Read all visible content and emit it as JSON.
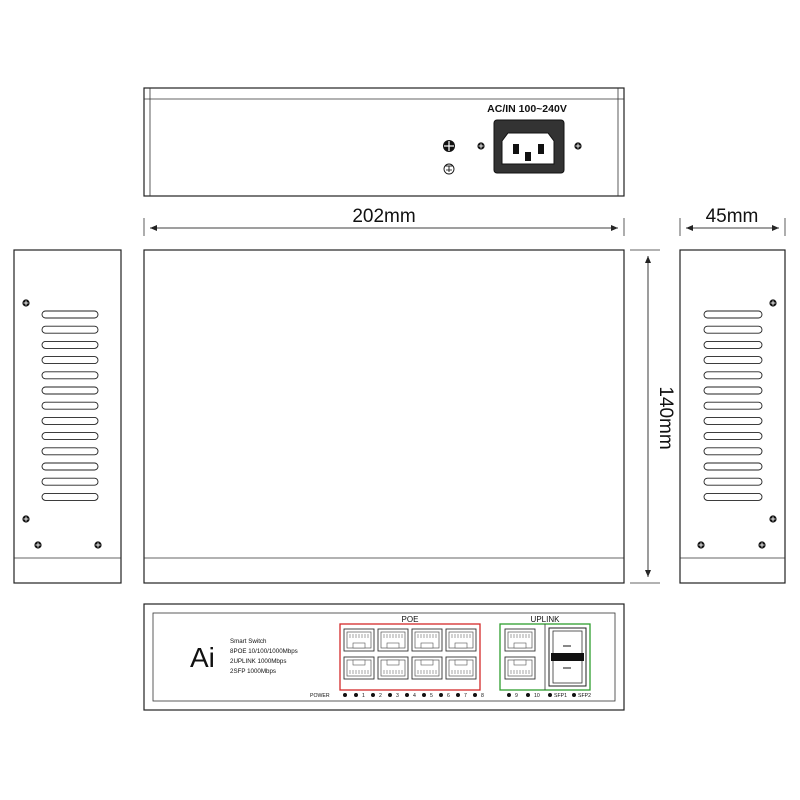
{
  "dimensions": {
    "width": "202mm",
    "height": "140mm",
    "depth": "45mm"
  },
  "rear_panel": {
    "power_label": "AC/IN 100~240V",
    "ground_symbol": "ground-icon"
  },
  "front_panel": {
    "logo": "Ai",
    "spec_lines": [
      "Smart Switch",
      "8POE 10/100/1000Mbps",
      "2UPLINK 1000Mbps",
      "2SFP 1000Mbps"
    ],
    "poe_label": "POE",
    "uplink_label": "UPLINK",
    "power_led_label": "POWER",
    "poe_port_numbers": [
      "1",
      "2",
      "3",
      "4",
      "5",
      "6",
      "7",
      "8"
    ],
    "uplink_port_numbers": [
      "9",
      "10"
    ],
    "sfp_labels": [
      "SFP1",
      "SFP2"
    ],
    "poe_group_color": "#d42a2a",
    "uplink_group_color": "#2e9e2e"
  }
}
